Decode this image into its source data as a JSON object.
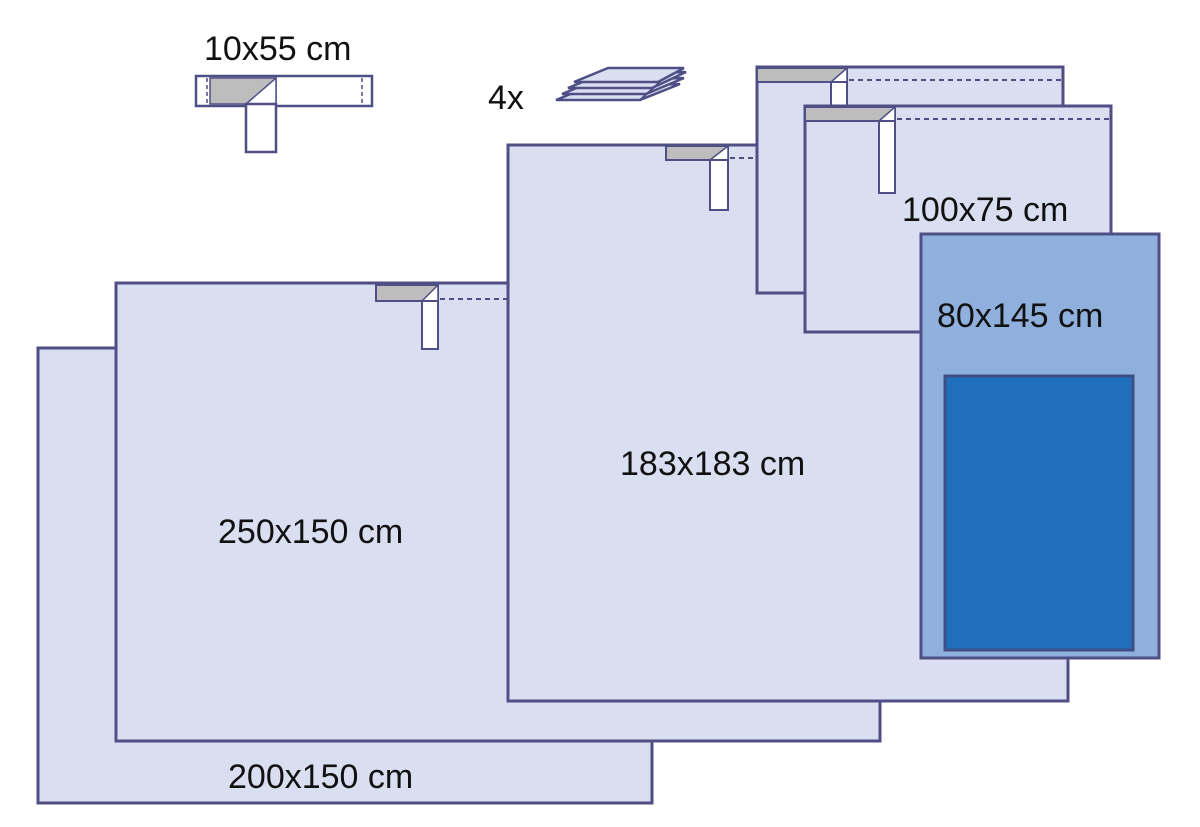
{
  "colors": {
    "drape": "#d9def0",
    "outline": "#4f4f86",
    "tape": "#bdbdbd",
    "tab": "#ffffff",
    "table_cover": "#8fb0dd",
    "table_cover_panel": "#1f6fbc"
  },
  "items": {
    "tape": {
      "size_label": "10x55 cm"
    },
    "towels": {
      "quantity_label": "4x"
    },
    "drape_200x150": {
      "size_label": "200x150 cm"
    },
    "drape_250x150": {
      "size_label": "250x150 cm"
    },
    "drape_183x183": {
      "size_label": "183x183 cm"
    },
    "drape_100x75": {
      "size_label": "100x75 cm"
    },
    "table_cover": {
      "size_label": "80x145 cm"
    }
  }
}
